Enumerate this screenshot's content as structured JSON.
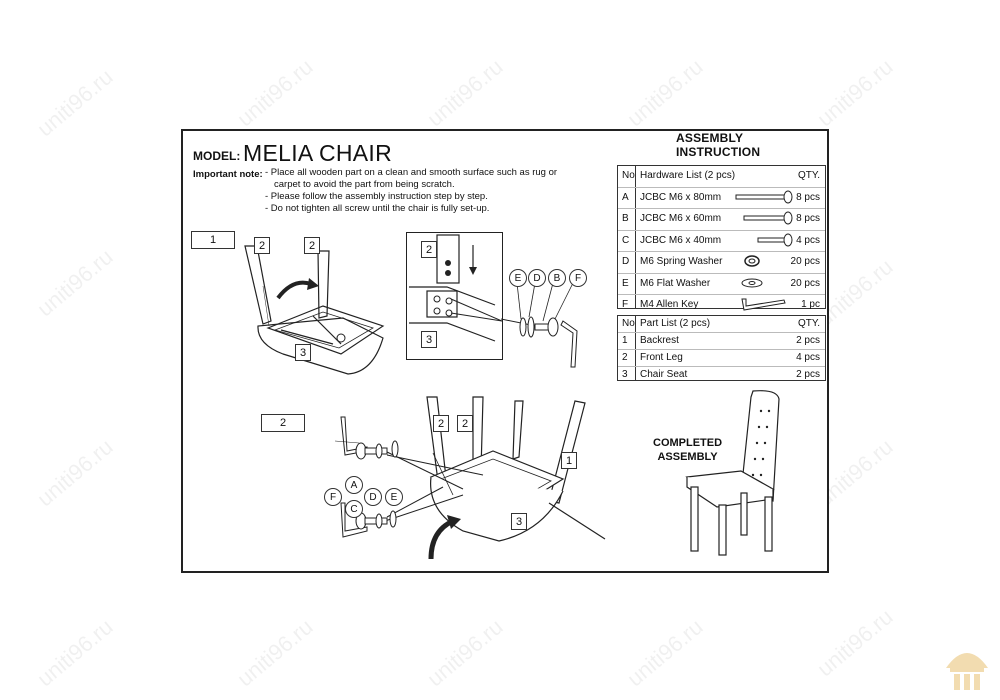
{
  "header": {
    "title": "ASSEMBLY INSTRUCTION",
    "model_label": "MODEL:",
    "model_name": "MELIA CHAIR"
  },
  "notes": {
    "label": "Important note:",
    "lines": [
      "- Place all wooden part on a clean and smooth surface such as rug or",
      "carpet to avoid the part from being scratch.",
      "- Please follow the assembly instruction step by step.",
      "- Do not tighten all screw until the chair is fully set-up."
    ]
  },
  "steps": {
    "step1": "1",
    "step2": "2"
  },
  "labels": {
    "leg": "2",
    "backrest": "1",
    "seat": "3",
    "a": "A",
    "b": "B",
    "c": "C",
    "d": "D",
    "e": "E",
    "f": "F"
  },
  "hardware": {
    "col_no": "No",
    "col_name": "Hardware List (2 pcs)",
    "col_qty": "QTY.",
    "items": [
      {
        "no": "A",
        "name": "JCBC M6 x 80mm",
        "qty": "8 pcs",
        "icon": "long-bolt-icon"
      },
      {
        "no": "B",
        "name": "JCBC M6 x 60mm",
        "qty": "8 pcs",
        "icon": "medium-bolt-icon"
      },
      {
        "no": "C",
        "name": "JCBC M6 x 40mm",
        "qty": "4 pcs",
        "icon": "short-bolt-icon"
      },
      {
        "no": "D",
        "name": "M6 Spring Washer",
        "qty": "20 pcs",
        "icon": "spring-washer-icon"
      },
      {
        "no": "E",
        "name": "M6 Flat Washer",
        "qty": "20 pcs",
        "icon": "flat-washer-icon"
      },
      {
        "no": "F",
        "name": "M4 Allen Key",
        "qty": "1 pc",
        "icon": "allen-key-icon"
      }
    ]
  },
  "parts": {
    "col_no": "No",
    "col_name": "Part List (2 pcs)",
    "col_qty": "QTY.",
    "items": [
      {
        "no": "1",
        "name": "Backrest",
        "qty": "2 pcs"
      },
      {
        "no": "2",
        "name": "Front Leg",
        "qty": "4 pcs"
      },
      {
        "no": "3",
        "name": "Chair Seat",
        "qty": "2 pcs"
      }
    ]
  },
  "completed": {
    "line1": "COMPLETED",
    "line2": "ASSEMBLY"
  },
  "watermark": "uniti96.ru"
}
